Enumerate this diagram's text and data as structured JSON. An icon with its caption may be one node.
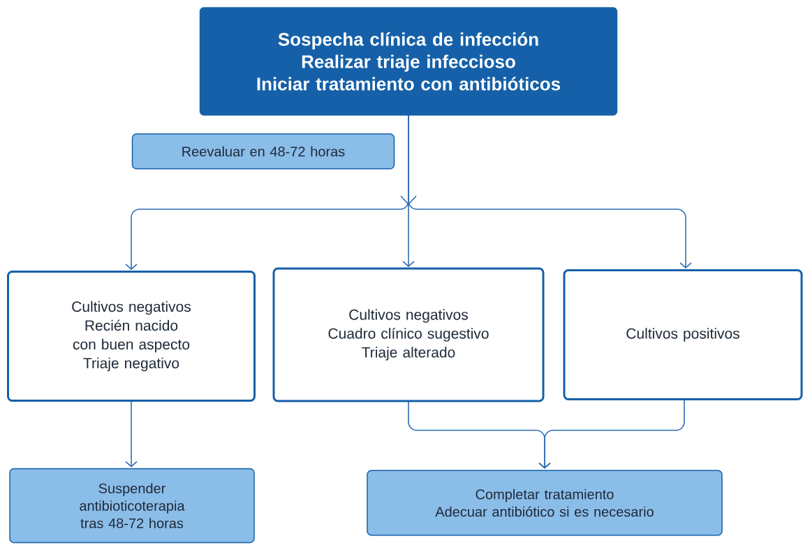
{
  "diagram": {
    "nodes": [
      {
        "text": [
          "Sospecha clínica de infección",
          "Realizar triaje infeccioso",
          "Iniciar tratamiento con antibióticos"
        ]
      },
      {
        "text": [
          "Reevaluar en 48-72 horas"
        ]
      },
      {
        "text": [
          "Cultivos negativos",
          "Recién nacido con buen aspecto",
          "Triaje negativo"
        ]
      },
      {
        "text": [
          "Cultivos negativos",
          "Cuadro clínico sugestivo",
          "Triaje alterado"
        ]
      },
      {
        "text": [
          "Cultivos positivos"
        ]
      },
      {
        "text": [
          "Suspender antibioticoterapia tras 48-72 horas"
        ]
      },
      {
        "text": [
          "Completar tratamiento",
          "Adecuar antibiótico si es necesario"
        ]
      }
    ],
    "edges": [
      {
        "from": 0,
        "to": 2,
        "arrow": "to"
      },
      {
        "from": 0,
        "to": 3,
        "arrow": "to"
      },
      {
        "from": 0,
        "to": 4,
        "arrow": "to"
      },
      {
        "from": 2,
        "to": 5,
        "arrow": "to"
      },
      {
        "from": 3,
        "to": 6,
        "arrow": "to"
      },
      {
        "from": 4,
        "to": 6,
        "arrow": "to"
      }
    ]
  }
}
